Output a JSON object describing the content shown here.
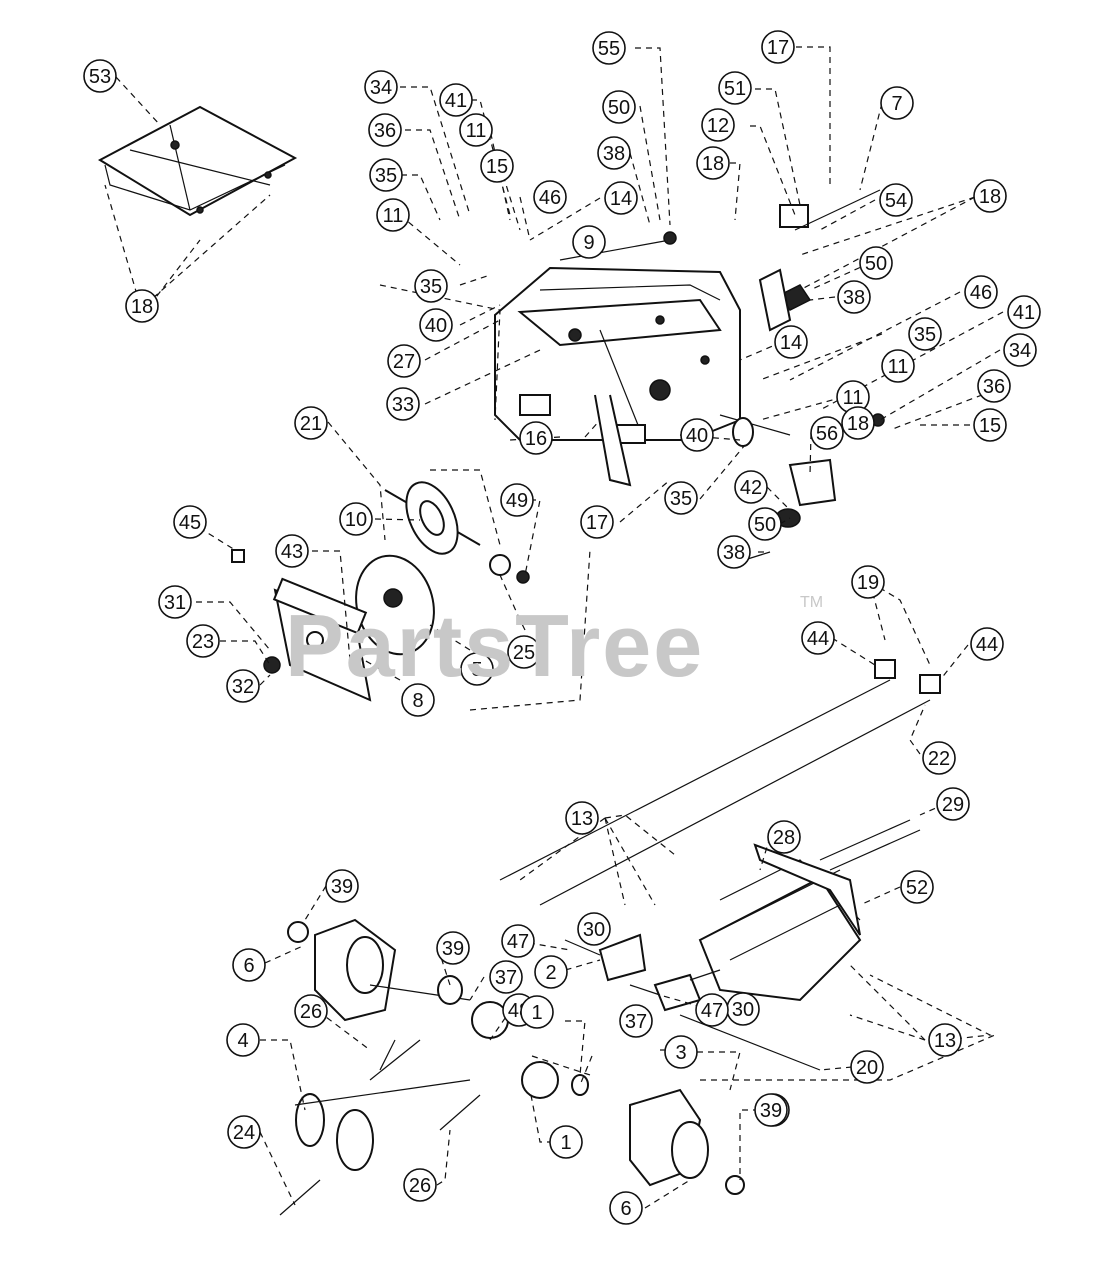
{
  "watermark": {
    "brand": "PartsTree",
    "trademark": "TM"
  },
  "callouts": [
    "53",
    "18",
    "34",
    "41",
    "36",
    "11",
    "35",
    "15",
    "46",
    "14",
    "11",
    "35",
    "40",
    "27",
    "33",
    "55",
    "50",
    "38",
    "9",
    "18",
    "12",
    "51",
    "17",
    "7",
    "54",
    "18",
    "50",
    "38",
    "46",
    "41",
    "35",
    "34",
    "14",
    "11",
    "11",
    "36",
    "15",
    "18",
    "56",
    "40",
    "35",
    "16",
    "21",
    "49",
    "10",
    "17",
    "42",
    "50",
    "38",
    "45",
    "43",
    "31",
    "23",
    "32",
    "25",
    "5",
    "8",
    "19",
    "44",
    "44",
    "22",
    "13",
    "28",
    "29",
    "52",
    "39",
    "47",
    "30",
    "6",
    "39",
    "37",
    "2",
    "26",
    "48",
    "30",
    "4",
    "1",
    "37",
    "1",
    "39",
    "3",
    "47",
    "20",
    "13",
    "24",
    "26",
    "39",
    "6"
  ]
}
